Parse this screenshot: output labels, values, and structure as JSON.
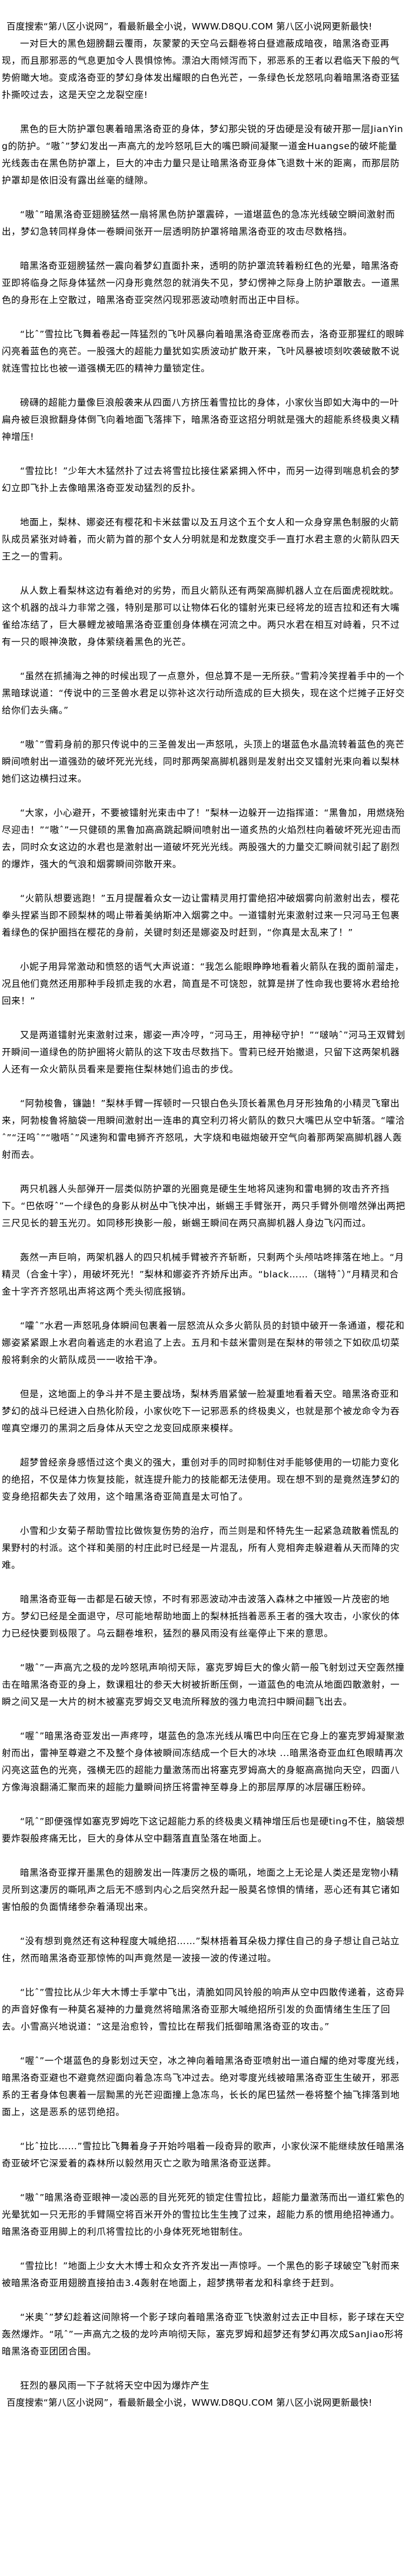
{
  "header_banner": "百度搜索“第八区小说网”，看最新最全小说，WWW.D8QU.COM   第八区小说网更新最快!",
  "paragraphs": [
    "一对巨大的黑色翅膀翻云覆雨，灰蒙蒙的天空乌云翻卷将白昼遮蔽成暗夜，暗黑洛奇亚再现，而且那邪恶的气息更加令人畏惧惊怖。漂泊大雨倾泻而下，邪恶系的王者以君临天下般的气势俯瞰大地。变成洛奇亚的梦幻身体发出耀眼的白色光芒，一条绿色长龙怒吼向着暗黑洛奇亚猛扑撕咬过去，这是天空之龙裂空座!",
    "黑色的巨大防护罩包裹着暗黑洛奇亚的身体，梦幻那尖锐的牙齿硬是没有破开那一层JianYing的防护。“嗷ˆ”梦幻发出一声高亢的龙吟怒吼巨大的嘴巴瞬间凝聚一道金Huangse的破坏能量光线轰击在黑色防护罩上，巨大的冲击力量只是让暗黑洛奇亚身体飞退数十米的距离，而那层防护罩却是依旧没有露出丝毫的缝隙。",
    "“嗷ˆ”暗黑洛奇亚翅膀猛然一扇将黑色防护罩震碎，一道堪蓝色的急冻光线破空瞬间激射而出，梦幻急转同样身体一卷瞬间张开一层透明防护罩将暗黑洛奇亚的攻击尽数格挡。",
    "暗黑洛奇亚翅膀猛然一震向着梦幻直面扑来，透明的防护罩流转着粉红色的光晕，暗黑洛奇亚即将临身之际身体猛然一闪身形竟然忽的就消失不见，梦幻愣神之际身上防护罩散去。一道黑色的身形在上空散过，暗黑洛奇亚突然闪现邪恶波动喷射而出正中目标。",
    "“比ˆ”雪拉比飞舞着卷起一阵猛烈的飞叶风暴向着暗黑洛奇亚席卷而去，洛奇亚那猩红的眼眸闪亮着蓝色的亮芒。一股强大的超能力量犹如实质波动扩散开来，飞叶风暴被顷刻吹袭破散不说就连雪拉比也被一道强横无匹的精神力量锁定住。",
    "磅礴的超能力量像巨浪般袭来从四面八方挤压着雪拉比的身体，小家伙当即如大海中的一叶扁舟被巨浪掀翻身体倒飞向着地面飞落摔下，暗黑洛奇亚这招分明就是强大的超能系终极奥义精神增压!",
    "“雪拉比！”少年大木猛然扑了过去将雪拉比接住紧紧拥入怀中，而另一边得到喘息机会的梦幻立即飞扑上去像暗黑洛奇亚发动猛烈的反扑。",
    "地面上，梨林、娜姿还有樱花和卡米兹雷以及五月这个五个女人和一众身穿黑色制服的火箭队成员紧张对峙着，而火箭为首的那个女人分明就是和龙数度交手一直打水君主意的火箭队四天王之一的雪莉。",
    "从人数上看梨林这边有着绝对的劣势，而且火箭队还有两架高脚机器人立在后面虎视眈眈。这个机器的战斗力非常之强，特别是那可以让物体石化的镭射光束已经将龙的班吉拉和还有大嘴雀给冻结了，巨大暴鲤龙被暗黑洛奇亚重创身体横在河流之中。两只水君在相互对峙着，只不过有一只的眼神涣散，身体萦绕着黑色的光芒。",
    "“虽然在抓捕海之神的时候出现了一点意外，但总算不是一无所获。”雪莉冷笑捏着手中的一个黑暗球说道：“传说中的三圣兽水君足以弥补这次行动所造成的巨大损失，现在这个烂摊子正好交给你们去头痛。”",
    "“嗷ˆ”雪莉身前的那只传说中的三圣兽发出一声怒吼，头顶上的堪蓝色水晶流转着蓝色的亮芒瞬间喷射出一道强劲的破坏死光光线，同时那两架高脚机器则是发射出交叉镭射光束向着以梨林她们这边横扫过来。",
    "“大家，小心避开，不要被镭射光束击中了！”梨林一边躲开一边指挥道：“黑鲁加，用燃烧殆尽迎击！”“嗷ˆ”一只健硕的黑鲁加高高跳起瞬间喷射出一道炙热的火焰烈柱向着破坏死光迎击而去，同时众女这边的水君也是激射出一道破坏死光光线。两股强大的力量交汇瞬间就引起了剧烈的爆炸，强大的气浪和烟雾瞬间弥散开来。",
    "“火箭队想要逃跑！”五月提醒着众女一边让雷精灵用打雷绝招冲破烟雾向前激射出去，樱花拳头捏紧当即不顾梨林的喝止带着美纳斯冲入烟雾之中。一道镭射光束激射过来一只河马王包裹着绿色的保护圈挡在樱花的身前，关键时刻还是娜姿及时赶到，“你真是太乱来了！”",
    "小妮子用异常激动和愤怒的语气大声说道：“我怎么能眼睁睁地看着火箭队在我的面前溜走，况且他们竟然还用那种手段抓走我的水君，简直是不可饶恕，就算是拼了性命我也要将水君给抢回来！”",
    "又是两道镭射光束激射过来，娜姿一声冷哼，“河马王，用神秘守护！”“啵呐ˆ”河马王双臂划开瞬间一道绿色的防护圈将火箭队的这下攻击尽数挡下。雪莉已经开始撤退，只留下这两架机器人还有一众火箭队员看来是要拖住梨林她们追击的步伐。",
    "“阿勃梭鲁，镰鼬！”梨林手臂一挥顿时一只银白色头顶长着黑色月牙形独角的小精灵飞窜出来，阿勃梭鲁将脑袋一甩瞬间激射出一连串的真空利刃将火箭队的数只大嘴巴从空中斩落。“嚯洽ˆ”“汪呜ˆ”“嗷唔ˆ”风速狗和雷电狮齐齐怒吼，大字烧和电磁炮破开空气向着那两架高脚机器人轰射而去。",
    "两只机器人头部弹开一层类似防护罩的光圈竟是硬生生地将风速狗和雷电狮的攻击齐齐挡下。“巴依呀ˆ”一个绿色的身影从树丛中飞快冲出，蜥蜴王手臂张开，两只手臂外侧噌然弹出两把三尺见长的碧玉光刃。如同移形换影一般，蜥蜴王瞬间在两只高脚机器人身边飞闪而过。",
    "轰然一声巨响，两架机器人的四只机械手臂被齐齐斩断，只剩两个头颅咕咚摔落在地上。“月精灵（合金十字），用破坏死光！”梨林和娜姿齐齐娇斥出声。“black……（瑞特ˆ）”月精灵和合金十字齐齐怒吼出声将这两个秃头彻底报销。",
    "“嚯ˆ”水君一声怒吼身体瞬间包裹着一层怒流从众多火箭队员的封锁中破开一条通道，樱花和娜姿紧紧跟上水君向着逃走的水君追了上去。五月和卡兹米雷则是在梨林的带领之下如砍瓜切菜般将剩余的火箭队成员一一收拾干净。",
    "但是，这地面上的争斗并不是主要战场，梨林秀眉紧皱一脸凝重地看着天空。暗黑洛奇亚和梦幻的战斗已经进入白热化阶段，小家伙吃下一记邪恶系的终极奥义，也就是那个被龙命令为吞噬真空爆刃的黑洞之后身体从天空之龙变回成原来模样。",
    "超梦曾经亲身感悟过这个奥义的强大，重创对手的同时抑制住对手能够使用的一切能力变化的绝招，不仅是体力恢复技能，就连提升能力的技能都无法使用。现在想不到的是竟然连梦幻的变身绝招都失去了效用，这个暗黑洛奇亚简直是太可怕了。",
    "小雪和少女菊子帮助雪拉比做恢复伤势的治疗，而兰则是和怀特先生一起紧急疏散着慌乱的果野村的村派。这个祥和美丽的村庄此时已经是一片混乱，所有人竞相奔走躲避着从天而降的灾难。",
    "暗黑洛奇亚每一击都是石破天惊，不时有邪恶波动冲击波落入森林之中摧毁一片茂密的地方。梦幻已经是全面退守，尽可能地帮助地面上的梨林抵挡着恶系王者的强大攻击，小家伙的体力已经快要到极限了。乌云翻卷堆积，猛烈的暴风雨没有丝毫停止下来的意思。",
    "“嗷ˆ”一声高亢之极的龙吟怒吼声响彻天际，塞克罗姆巨大的像火箭一般飞射划过天空轰然撞击在暗黑洛奇亚的身上，数课粗壮的参天大树被折断压倒，一道蓝色的电流从地面四散激射，一瞬之间又是一大片的树木被塞克罗姆交叉电流所释放的强力电流扫中瞬间翻飞出去。",
    "“喔ˆ”暗黑洛奇亚发出一声疼哼，堪蓝色的急冻光线从嘴巴中向压在它身上的塞克罗姆凝聚激射而出，雷神至尊避之不及整个身体被瞬间冻结成一个巨大的冰块 ...暗黑洛奇亚血红色眼睛再次闪亮这蓝色的光亮，强横无匹的超能力量激荡而出将塞克罗姆高大的身躯高高抛向天空，四面八方像海浪翻涌汇聚而来的超能力量瞬间挤压将雷神至尊身上的那层厚厚的冰层碾压粉碎。",
    "“吼ˆ”即便强悍如塞克罗姆吃下这记超能力系的终极奥义精神增压后也是硬ting不住，脑袋想要炸裂般疼痛无比，巨大的身体从空中翻落直直坠落在地面上。",
    "暗黑洛奇亚撑开墨黑色的翅膀发出一阵凄厉之极的嘶吼，地面之上无论是人类还是宠物小精灵所到这凄厉的嘶吼声之后无不感到内心之后突然升起一股莫名惊惧的情绪，恶心还有其它诸如害怕般的负面情绪参杂着涌现出来。",
    "“没有想到竟然还有这种程度大喊绝招……”梨林捂着耳朵极力撑住自己的身子想让自己站立住，然而暗黑洛奇亚那惊怖的叫声竟然是一波接一波的传递过啦。",
    "“比ˆ”雪拉比从少年大木博士手掌中飞出，清脆如同风铃般的响声从空中四散传递着，这奇异的声音好像有一种莫名凝神的力量竟然将暗黑洛奇亚那大喊绝招所引发的负面情绪生生压了回去。小雪高兴地说道：“这是治愈铃，雪拉比在帮我们抵御暗黑洛奇亚的攻击。”",
    "“喔ˆ”一个堪蓝色的身影划过天空，冰之神向着暗黑洛奇亚喷射出一道白耀的绝对零度光线，暗黑洛奇亚避也不避竟然迎面向着急冻鸟飞冲过去。绝对零度光线被暗黑洛奇亚生生破开，邪恶系的王者身体包裹着一层黝黑的光芒迎面撞上急冻鸟，长长的尾巴猛然一卷将整个抽飞摔落到地面上，这是恶系的惩罚绝招。",
    "“比ˆ拉比……”雪拉比飞舞着身子开始吟唱着一段奇异的歌声，小家伙深不能继续放任暗黑洛奇亚破坏它深爱着的森林所以毅然用灭亡之歌为暗黑洛奇亚送葬。",
    "“嗷ˆ”暗黑洛奇亚眼神一凌凶恶的目光死死的锁定住雪拉比，超能力量激荡而出一道红紫色的光晕犹如一只无形的手臂隔空将百米开外的雪拉比生生拽了过来，超能力系的惯用绝招神通力。暗黑洛奇亚用脚上的利爪将雪拉比的小身体死死地钳制住。",
    "“雪拉比！”地面上少女大木博士和众女齐齐发出一声惊呼。一个黑色的影子球破空飞射而来被暗黑洛奇亚用翅膀直接拍击3.4轰射在地面上，超梦携带者龙和科拿终于赶到。",
    "“米奥ˆ”梦幻趁着这间隙将一个影子球向着暗黑洛奇亚飞快激射过去正中目标，影子球在天空轰然爆炸。“吼ˆ”一声高亢之极的龙吟声响彻天际，塞克罗姆和超梦还有梦幻再次成SanJiao形将暗黑洛奇亚团团合围。",
    "狂烈的暴风雨一下子就将天空中因为爆炸产生"
  ],
  "footer_banner": "百度搜索“第八区小说网”，看最新最全小说，WWW.D8QU.COM   第八区小说网更新最快!"
}
